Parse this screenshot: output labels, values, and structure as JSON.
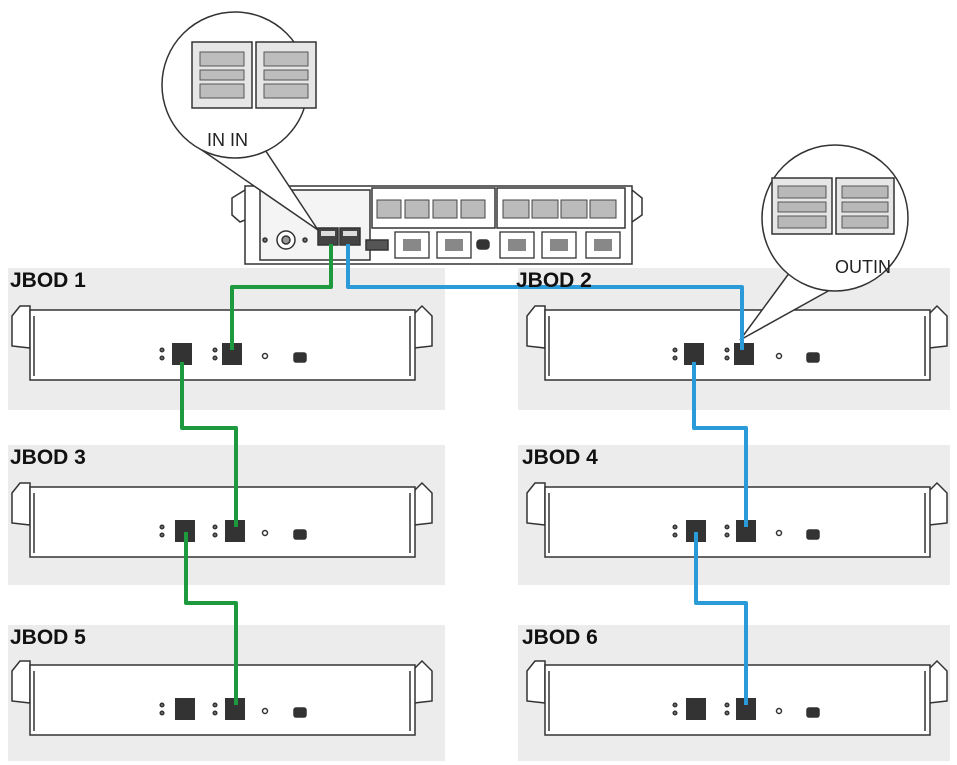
{
  "callouts": {
    "controller_ports_label": "IN IN",
    "jbod_ports_label": "OUTIN"
  },
  "jbods": [
    {
      "label": "JBOD 1"
    },
    {
      "label": "JBOD 2"
    },
    {
      "label": "JBOD 3"
    },
    {
      "label": "JBOD 4"
    },
    {
      "label": "JBOD 5"
    },
    {
      "label": "JBOD 6"
    }
  ],
  "cables": {
    "green": "#1e9a3e",
    "blue": "#2a9ad8"
  },
  "colors": {
    "panel_background": "#ececec",
    "outline": "#333333"
  }
}
